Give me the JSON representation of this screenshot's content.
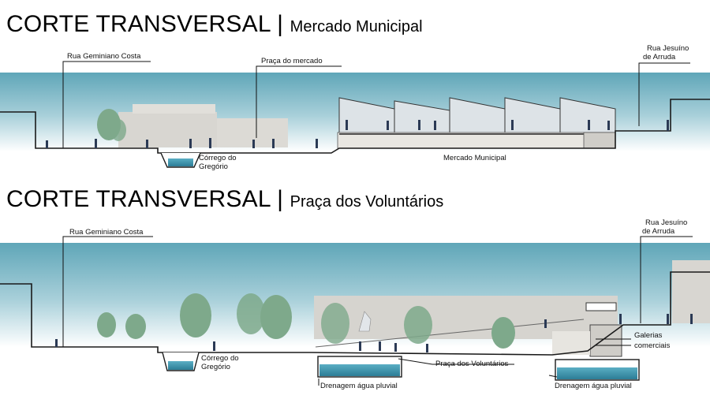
{
  "section1": {
    "title_main": "CORTE TRANSVERSAL | ",
    "title_sub": "Mercado Municipal",
    "labels": {
      "rua_geminiano": "Rua Geminiano Costa",
      "praca_mercado": "Praça do mercado",
      "rua_jesuino_1": "Rua Jesuíno",
      "rua_jesuino_2": "de Arruda",
      "corrego_1": "Córrego do",
      "corrego_2": "Gregório",
      "mercado": "Mercado Municipal"
    }
  },
  "section2": {
    "title_main": "CORTE TRANSVERSAL | ",
    "title_sub": "Praça dos Voluntários",
    "labels": {
      "rua_geminiano": "Rua Geminiano Costa",
      "rua_jesuino_1": "Rua Jesuíno",
      "rua_jesuino_2": "de Arruda",
      "corrego_1": "Córrego do",
      "corrego_2": "Gregório",
      "praca": "Praça dos Voluntários",
      "drenagem_1": "Drenagem água pluvial",
      "drenagem_2": "Drenagem água pluvial",
      "galerias_1": "Galerias",
      "galerias_2": "comerciais"
    }
  },
  "colors": {
    "sky_top": "#5fa6b8",
    "sky_bottom": "#ffffff",
    "building": "#d6d4cf",
    "tree": "#7ea98b",
    "people": "#2b3a55",
    "water": "#3e8fa6"
  }
}
